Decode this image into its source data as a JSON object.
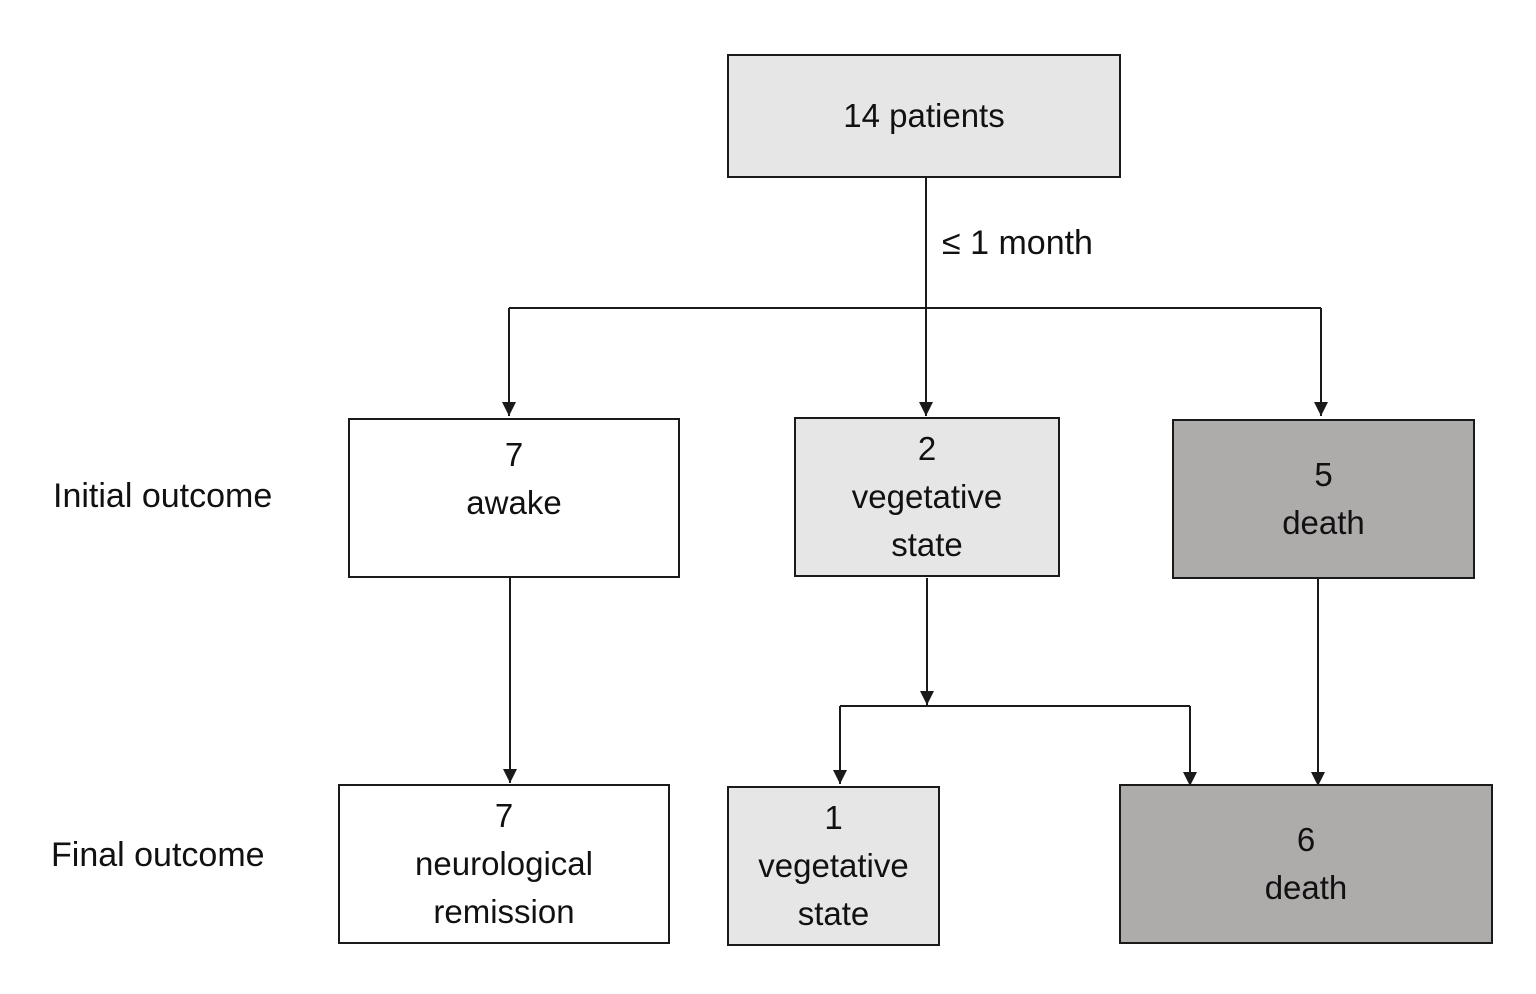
{
  "colors": {
    "box_white": "#ffffff",
    "box_light_gray": "#e7e6e6",
    "box_dark_gray": "#aeabab",
    "line": "#1a1a1a"
  },
  "start": {
    "text": "14 patients"
  },
  "interval_label": "≤ 1 month",
  "row_labels": {
    "initial": "Initial outcome",
    "final": "Final outcome"
  },
  "initial": {
    "awake": {
      "count": "7",
      "line1": "awake"
    },
    "vegetative": {
      "count": "2",
      "line1": "vegetative",
      "line2": "state"
    },
    "death": {
      "count": "5",
      "line1": "death"
    }
  },
  "final": {
    "remission": {
      "count": "7",
      "line1": "neurological",
      "line2": "remission"
    },
    "vegetative": {
      "count": "1",
      "line1": "vegetative",
      "line2": "state"
    },
    "death": {
      "count": "6",
      "line1": "death"
    }
  }
}
